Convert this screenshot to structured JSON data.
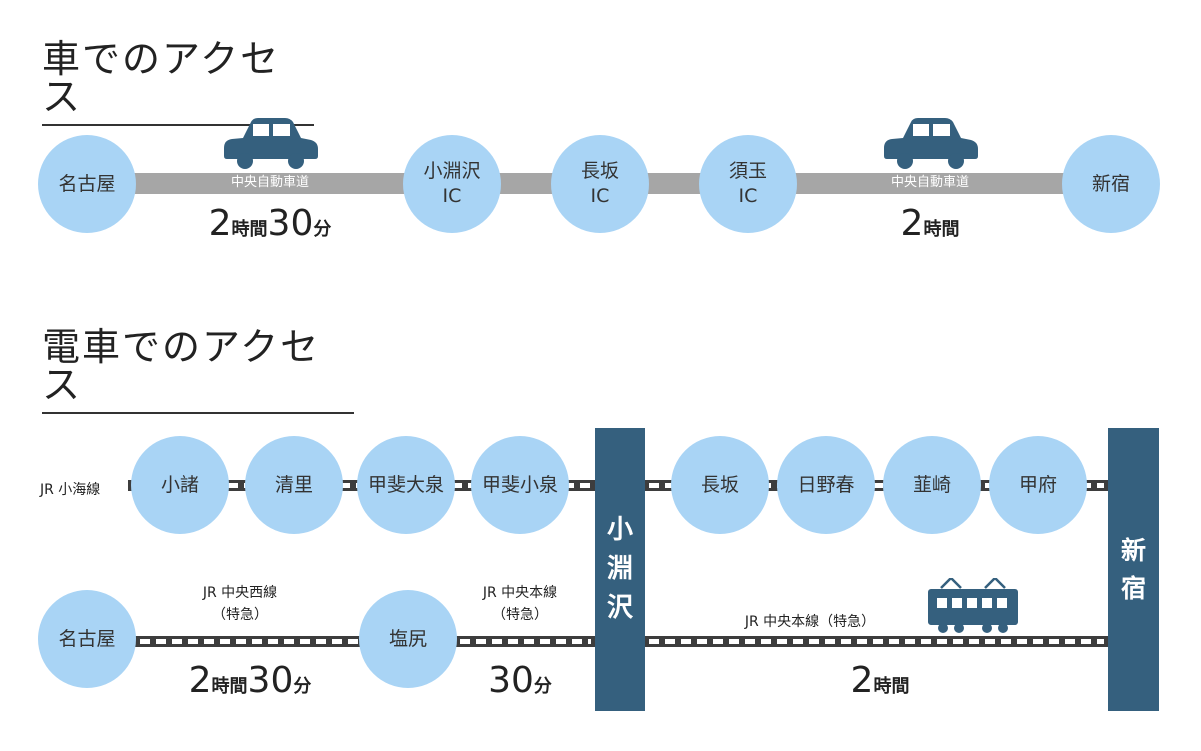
{
  "car_section": {
    "heading": "車でのアクセス",
    "stations": [
      "名古屋",
      "小淵沢\nIC",
      "長坂\nIC",
      "須玉\nIC",
      "新宿"
    ],
    "road_labels": [
      "中央自動車道",
      "中央自動車道"
    ],
    "times": [
      {
        "h": "2",
        "h_unit": "時間",
        "m": "30",
        "m_unit": "分"
      },
      {
        "h": "2",
        "h_unit": "時間"
      }
    ],
    "icon": "car-icon",
    "colors": {
      "circle": "#a9d4f5",
      "road": "#a6a6a6",
      "icon": "#35607e"
    }
  },
  "train_section": {
    "heading": "電車でのアクセス",
    "koumi_line_label": "JR 小海線",
    "koumi_stations": [
      "小諸",
      "清里",
      "甲斐大泉",
      "甲斐小泉"
    ],
    "chuo_stations_east": [
      "長坂",
      "日野春",
      "韮崎",
      "甲府"
    ],
    "main_stations": [
      "名古屋",
      "塩尻"
    ],
    "hub_station": "小\n淵\n沢",
    "terminal_station": "新\n宿",
    "lines": [
      {
        "name": "JR 中央西線",
        "note": "（特急）"
      },
      {
        "name": "JR 中央本線",
        "note": "（特急）"
      },
      {
        "name": "JR 中央本線（特急）"
      }
    ],
    "times": [
      {
        "h": "2",
        "h_unit": "時間",
        "m": "30",
        "m_unit": "分"
      },
      {
        "m": "30",
        "m_unit": "分"
      },
      {
        "h": "2",
        "h_unit": "時間"
      }
    ],
    "icon": "train-icon",
    "colors": {
      "hub": "#35607e",
      "track": "#3d3d3d",
      "circle": "#a9d4f5"
    }
  }
}
